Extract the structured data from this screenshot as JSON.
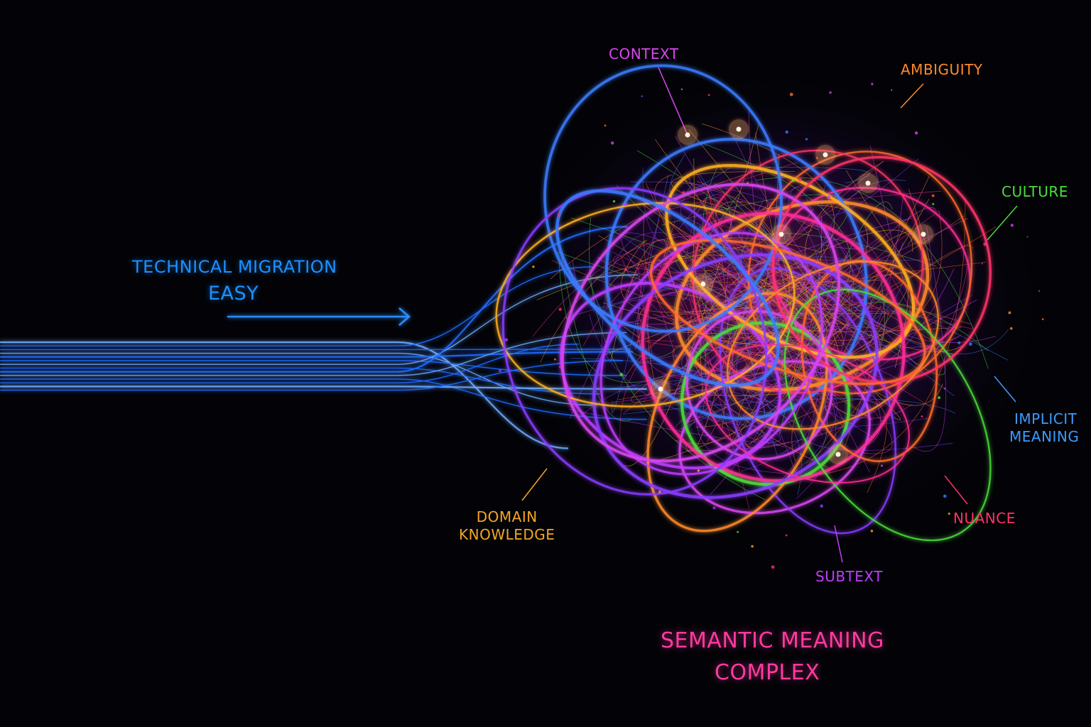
{
  "left": {
    "title": "TECHNICAL MIGRATION",
    "subtitle": "EASY",
    "color": "#1e90ff"
  },
  "bottom": {
    "title": "SEMANTIC MEANING",
    "subtitle": "COMPLEX",
    "color": "#ff3aa0"
  },
  "labels": [
    {
      "text": "CONTEXT",
      "color": "#d946ef"
    },
    {
      "text": "AMBIGUITY",
      "color": "#ff8a2a"
    },
    {
      "text": "CULTURE",
      "color": "#4ade3a"
    },
    {
      "text": "IMPLICIT",
      "text2": "MEANING",
      "color": "#3b9bff"
    },
    {
      "text": "NUANCE",
      "color": "#ff3366"
    },
    {
      "text": "SUBTEXT",
      "color": "#c03cff"
    },
    {
      "text": "DOMAIN",
      "text2": "KNOWLEDGE",
      "color": "#f5a623"
    }
  ]
}
